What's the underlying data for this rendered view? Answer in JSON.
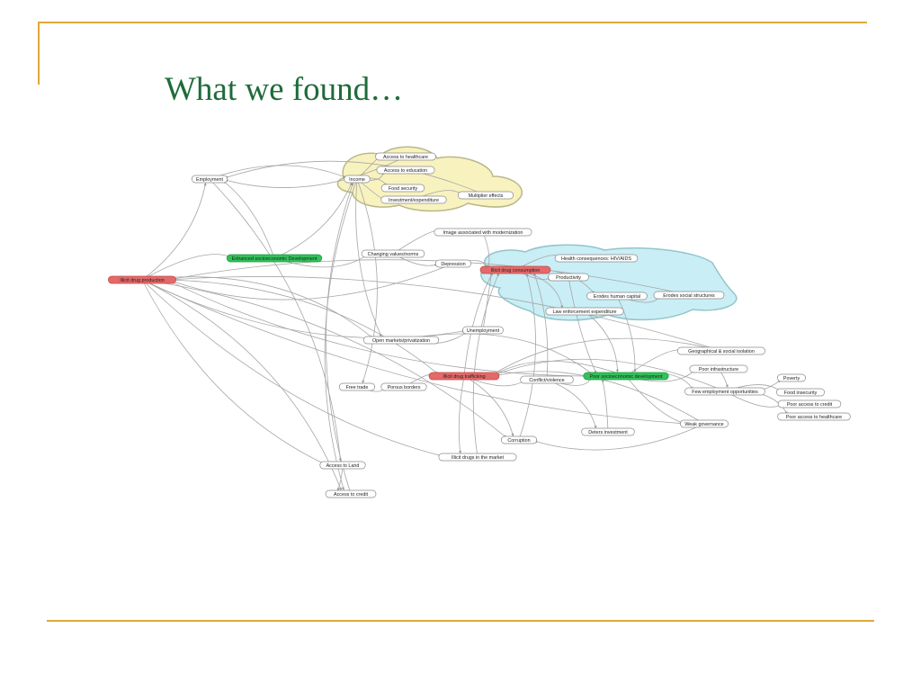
{
  "slide": {
    "title": "What we found…",
    "colors": {
      "accent_line": "#e0a93a",
      "title": "#1e6b3a",
      "node_red": "#e46a6a",
      "node_green": "#33c15a",
      "cloud_yellow": "#f8f2bf",
      "cloud_blue": "#c9eef6"
    }
  },
  "diagram": {
    "nodes": [
      {
        "id": "employment",
        "label": "Employment",
        "style": "plain"
      },
      {
        "id": "income",
        "label": "Income",
        "style": "plain"
      },
      {
        "id": "healthcare_access",
        "label": "Access to healthcare",
        "style": "plain"
      },
      {
        "id": "education_access",
        "label": "Access to education",
        "style": "plain"
      },
      {
        "id": "food_security",
        "label": "Food security",
        "style": "plain"
      },
      {
        "id": "investment_expenditure",
        "label": "Investment/expenditure",
        "style": "plain"
      },
      {
        "id": "multiplier",
        "label": "Multiplier effects",
        "style": "plain"
      },
      {
        "id": "enhanced_dev",
        "label": "Enhanced socioeconomic Development",
        "style": "green"
      },
      {
        "id": "illicit_production",
        "label": "Illicit drug production",
        "style": "red"
      },
      {
        "id": "changing_values",
        "label": "Changing values/norms",
        "style": "plain"
      },
      {
        "id": "modernization_image",
        "label": "Image associated with modernization",
        "style": "plain"
      },
      {
        "id": "depression",
        "label": "Depression",
        "style": "plain"
      },
      {
        "id": "illicit_consumption",
        "label": "Illicit drug consumption",
        "style": "red"
      },
      {
        "id": "health_consequences",
        "label": "Health consequences: HIV/AIDS",
        "style": "plain"
      },
      {
        "id": "productivity",
        "label": "Productivity",
        "style": "plain"
      },
      {
        "id": "erodes_capital",
        "label": "Erodes human capital",
        "style": "plain"
      },
      {
        "id": "erodes_structures",
        "label": "Erodes social structures",
        "style": "plain"
      },
      {
        "id": "law_enforcement",
        "label": "Law enforcement expenditure",
        "style": "plain"
      },
      {
        "id": "unemployment",
        "label": "Unemployment",
        "style": "plain"
      },
      {
        "id": "open_markets",
        "label": "Open markets/privatization",
        "style": "plain"
      },
      {
        "id": "geo_isolation",
        "label": "Geographical & social isolation",
        "style": "plain"
      },
      {
        "id": "poor_infrastructure",
        "label": "Poor infrastructure",
        "style": "plain"
      },
      {
        "id": "illicit_trafficking",
        "label": "Illicit drug trafficking",
        "style": "red"
      },
      {
        "id": "conflict",
        "label": "Conflict/violence",
        "style": "plain"
      },
      {
        "id": "poor_dev",
        "label": "Poor socioeconomic development",
        "style": "green"
      },
      {
        "id": "free_trade",
        "label": "Free trade",
        "style": "plain"
      },
      {
        "id": "porous_borders",
        "label": "Porous borders",
        "style": "plain"
      },
      {
        "id": "few_jobs",
        "label": "Few employment opportunities",
        "style": "plain"
      },
      {
        "id": "poverty",
        "label": "Poverty",
        "style": "plain"
      },
      {
        "id": "food_insecurity",
        "label": "Food insecurity",
        "style": "plain"
      },
      {
        "id": "poor_credit",
        "label": "Poor access to credit",
        "style": "plain"
      },
      {
        "id": "poor_healthcare",
        "label": "Poor access to healthcare",
        "style": "plain"
      },
      {
        "id": "weak_governance",
        "label": "Weak governance",
        "style": "plain"
      },
      {
        "id": "deters_investment",
        "label": "Deters investment",
        "style": "plain"
      },
      {
        "id": "corruption",
        "label": "Corruption",
        "style": "plain"
      },
      {
        "id": "drugs_market",
        "label": "Illicit drugs in the market",
        "style": "plain"
      },
      {
        "id": "land_access",
        "label": "Access to Land",
        "style": "plain"
      },
      {
        "id": "credit_access",
        "label": "Access to credit",
        "style": "plain"
      }
    ],
    "edges": [
      [
        "illicit_production",
        "employment"
      ],
      [
        "employment",
        "income"
      ],
      [
        "enhanced_dev",
        "employment"
      ],
      [
        "income",
        "healthcare_access"
      ],
      [
        "income",
        "education_access"
      ],
      [
        "income",
        "food_security"
      ],
      [
        "income",
        "investment_expenditure"
      ],
      [
        "investment_expenditure",
        "multiplier"
      ],
      [
        "multiplier",
        "employment"
      ],
      [
        "healthcare_access",
        "employment"
      ],
      [
        "enhanced_dev",
        "income"
      ],
      [
        "illicit_production",
        "enhanced_dev"
      ],
      [
        "enhanced_dev",
        "changing_values"
      ],
      [
        "changing_values",
        "modernization_image"
      ],
      [
        "changing_values",
        "depression"
      ],
      [
        "depression",
        "illicit_consumption"
      ],
      [
        "modernization_image",
        "illicit_consumption"
      ],
      [
        "illicit_consumption",
        "health_consequences"
      ],
      [
        "illicit_consumption",
        "productivity"
      ],
      [
        "illicit_consumption",
        "erodes_capital"
      ],
      [
        "erodes_capital",
        "erodes_structures"
      ],
      [
        "illicit_consumption",
        "law_enforcement"
      ],
      [
        "erodes_structures",
        "illicit_production"
      ],
      [
        "illicit_production",
        "illicit_trafficking"
      ],
      [
        "illicit_production",
        "unemployment"
      ],
      [
        "illicit_production",
        "open_markets"
      ],
      [
        "illicit_production",
        "land_access"
      ],
      [
        "illicit_production",
        "credit_access"
      ],
      [
        "illicit_production",
        "weak_governance"
      ],
      [
        "illicit_production",
        "corruption"
      ],
      [
        "illicit_production",
        "drugs_market"
      ],
      [
        "unemployment",
        "illicit_consumption"
      ],
      [
        "open_markets",
        "unemployment"
      ],
      [
        "open_markets",
        "poor_dev"
      ],
      [
        "income",
        "open_markets"
      ],
      [
        "income",
        "free_trade"
      ],
      [
        "income",
        "credit_access"
      ],
      [
        "employment",
        "land_access"
      ],
      [
        "free_trade",
        "porous_borders"
      ],
      [
        "porous_borders",
        "illicit_trafficking"
      ],
      [
        "illicit_trafficking",
        "conflict"
      ],
      [
        "illicit_trafficking",
        "illicit_consumption"
      ],
      [
        "illicit_trafficking",
        "drugs_market"
      ],
      [
        "illicit_trafficking",
        "corruption"
      ],
      [
        "conflict",
        "poor_dev"
      ],
      [
        "conflict",
        "deters_investment"
      ],
      [
        "conflict",
        "illicit_consumption"
      ],
      [
        "poor_dev",
        "geo_isolation"
      ],
      [
        "poor_dev",
        "poor_infrastructure"
      ],
      [
        "poor_dev",
        "few_jobs"
      ],
      [
        "poor_dev",
        "weak_governance"
      ],
      [
        "poor_dev",
        "illicit_production"
      ],
      [
        "poor_dev",
        "illicit_trafficking"
      ],
      [
        "law_enforcement",
        "poor_dev"
      ],
      [
        "productivity",
        "poor_dev"
      ],
      [
        "erodes_capital",
        "poor_dev"
      ],
      [
        "geo_isolation",
        "illicit_trafficking"
      ],
      [
        "poor_infrastructure",
        "few_jobs"
      ],
      [
        "few_jobs",
        "poverty"
      ],
      [
        "few_jobs",
        "food_insecurity"
      ],
      [
        "few_jobs",
        "poor_credit"
      ],
      [
        "few_jobs",
        "poor_healthcare"
      ],
      [
        "few_jobs",
        "illicit_trafficking"
      ],
      [
        "weak_governance",
        "corruption"
      ],
      [
        "weak_governance",
        "illicit_trafficking"
      ],
      [
        "deters_investment",
        "poor_dev"
      ],
      [
        "corruption",
        "illicit_consumption"
      ],
      [
        "drugs_market",
        "illicit_consumption"
      ],
      [
        "land_access",
        "credit_access"
      ],
      [
        "credit_access",
        "income"
      ],
      [
        "geo_isolation",
        "illicit_production"
      ],
      [
        "depression",
        "illicit_production"
      ]
    ]
  }
}
